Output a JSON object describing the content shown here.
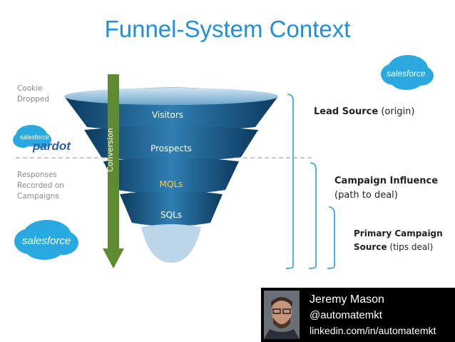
{
  "title": "Funnel-System Context",
  "side_labels": {
    "cookie_line1": "Cookie",
    "cookie_line2": "Dropped",
    "responses_line1": "Responses",
    "responses_line2": "Recorded on",
    "responses_line3": "Campaigns"
  },
  "funnel": {
    "stages": [
      "Visitors",
      "Prospects",
      "MQLs",
      "SQLs"
    ],
    "arrow_label": "Conversion"
  },
  "right_labels": {
    "lead_source_bold": "Lead Source",
    "lead_source_rest": " (origin)",
    "campaign_influence_bold": "Campaign Influence",
    "campaign_influence_rest": "(path to deal)",
    "primary_bold_1": "Primary Campaign",
    "primary_bold_2": "Source",
    "primary_rest": " (tips deal)"
  },
  "logos": {
    "salesforce_top": "salesforce",
    "pardot_small": "salesforce",
    "pardot": "pardot",
    "salesforce_bottom": "salesforce"
  },
  "person": {
    "name": "Jeremy Mason",
    "handle": "@automatemkt",
    "url": "linkedin.com/in/automatemkt"
  },
  "colors": {
    "title": "#1e8fd9",
    "funnel_dark": "#0f3d62",
    "funnel_light": "#2c7cb0",
    "arrow": "#5e8b2f",
    "highlight": "#ffd21f"
  }
}
